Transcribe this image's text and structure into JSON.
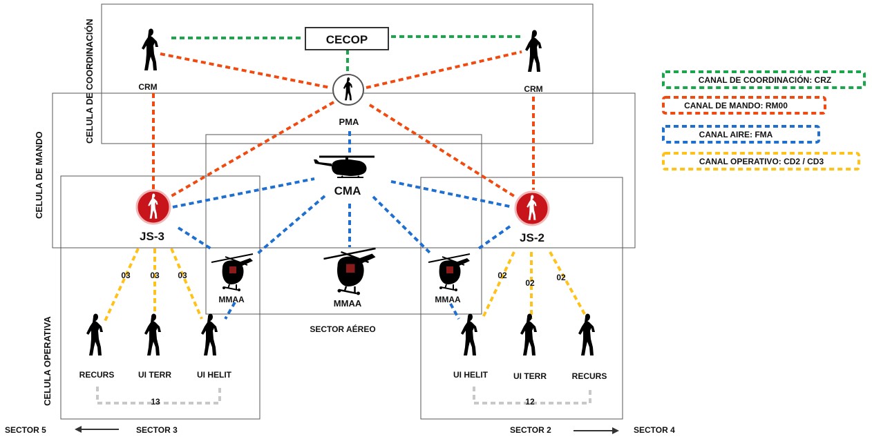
{
  "cells": {
    "coordinacion": "CELULA DE COORDINACIÓN",
    "mando": "CELULA DE MANDO",
    "operativa": "CELULA OPERATIVA"
  },
  "nodes": {
    "cecop": "CECOP",
    "crm_left": "CRM",
    "crm_right": "CRM",
    "pma": "PMA",
    "cma": "CMA",
    "js3": "JS-3",
    "js2": "JS-2",
    "mmaa_left": "MMAA",
    "mmaa_center": "MMAA",
    "mmaa_right": "MMAA",
    "sector_aereo": "SECTOR AÉREO",
    "left_units": [
      "RECURS",
      "UI TERR",
      "UI HELIT"
    ],
    "right_units": [
      "UI HELIT",
      "UI TERR",
      "RECURS"
    ]
  },
  "channels": {
    "left_ops": [
      "03",
      "03",
      "03"
    ],
    "right_ops": [
      "02",
      "02",
      "02"
    ],
    "left_local": "13",
    "right_local": "12"
  },
  "sectors": {
    "s5": "SECTOR 5",
    "s3": "SECTOR 3",
    "s2": "SECTOR 2",
    "s4": "SECTOR 4"
  },
  "legend": [
    {
      "label": "CANAL DE COORDINACIÓN: CRZ",
      "color": "#1aa64a"
    },
    {
      "label": "CANAL DE MANDO: RM00",
      "color": "#f04a10"
    },
    {
      "label": "CANAL AIRE: FMA",
      "color": "#1f6fd0"
    },
    {
      "label": "CANAL OPERATIVO: CD2 / CD3",
      "color": "#ffc21a"
    }
  ],
  "icons": {
    "person": "person-silhouette-icon",
    "commander": "commander-badge-icon",
    "helicopter": "helicopter-icon"
  }
}
